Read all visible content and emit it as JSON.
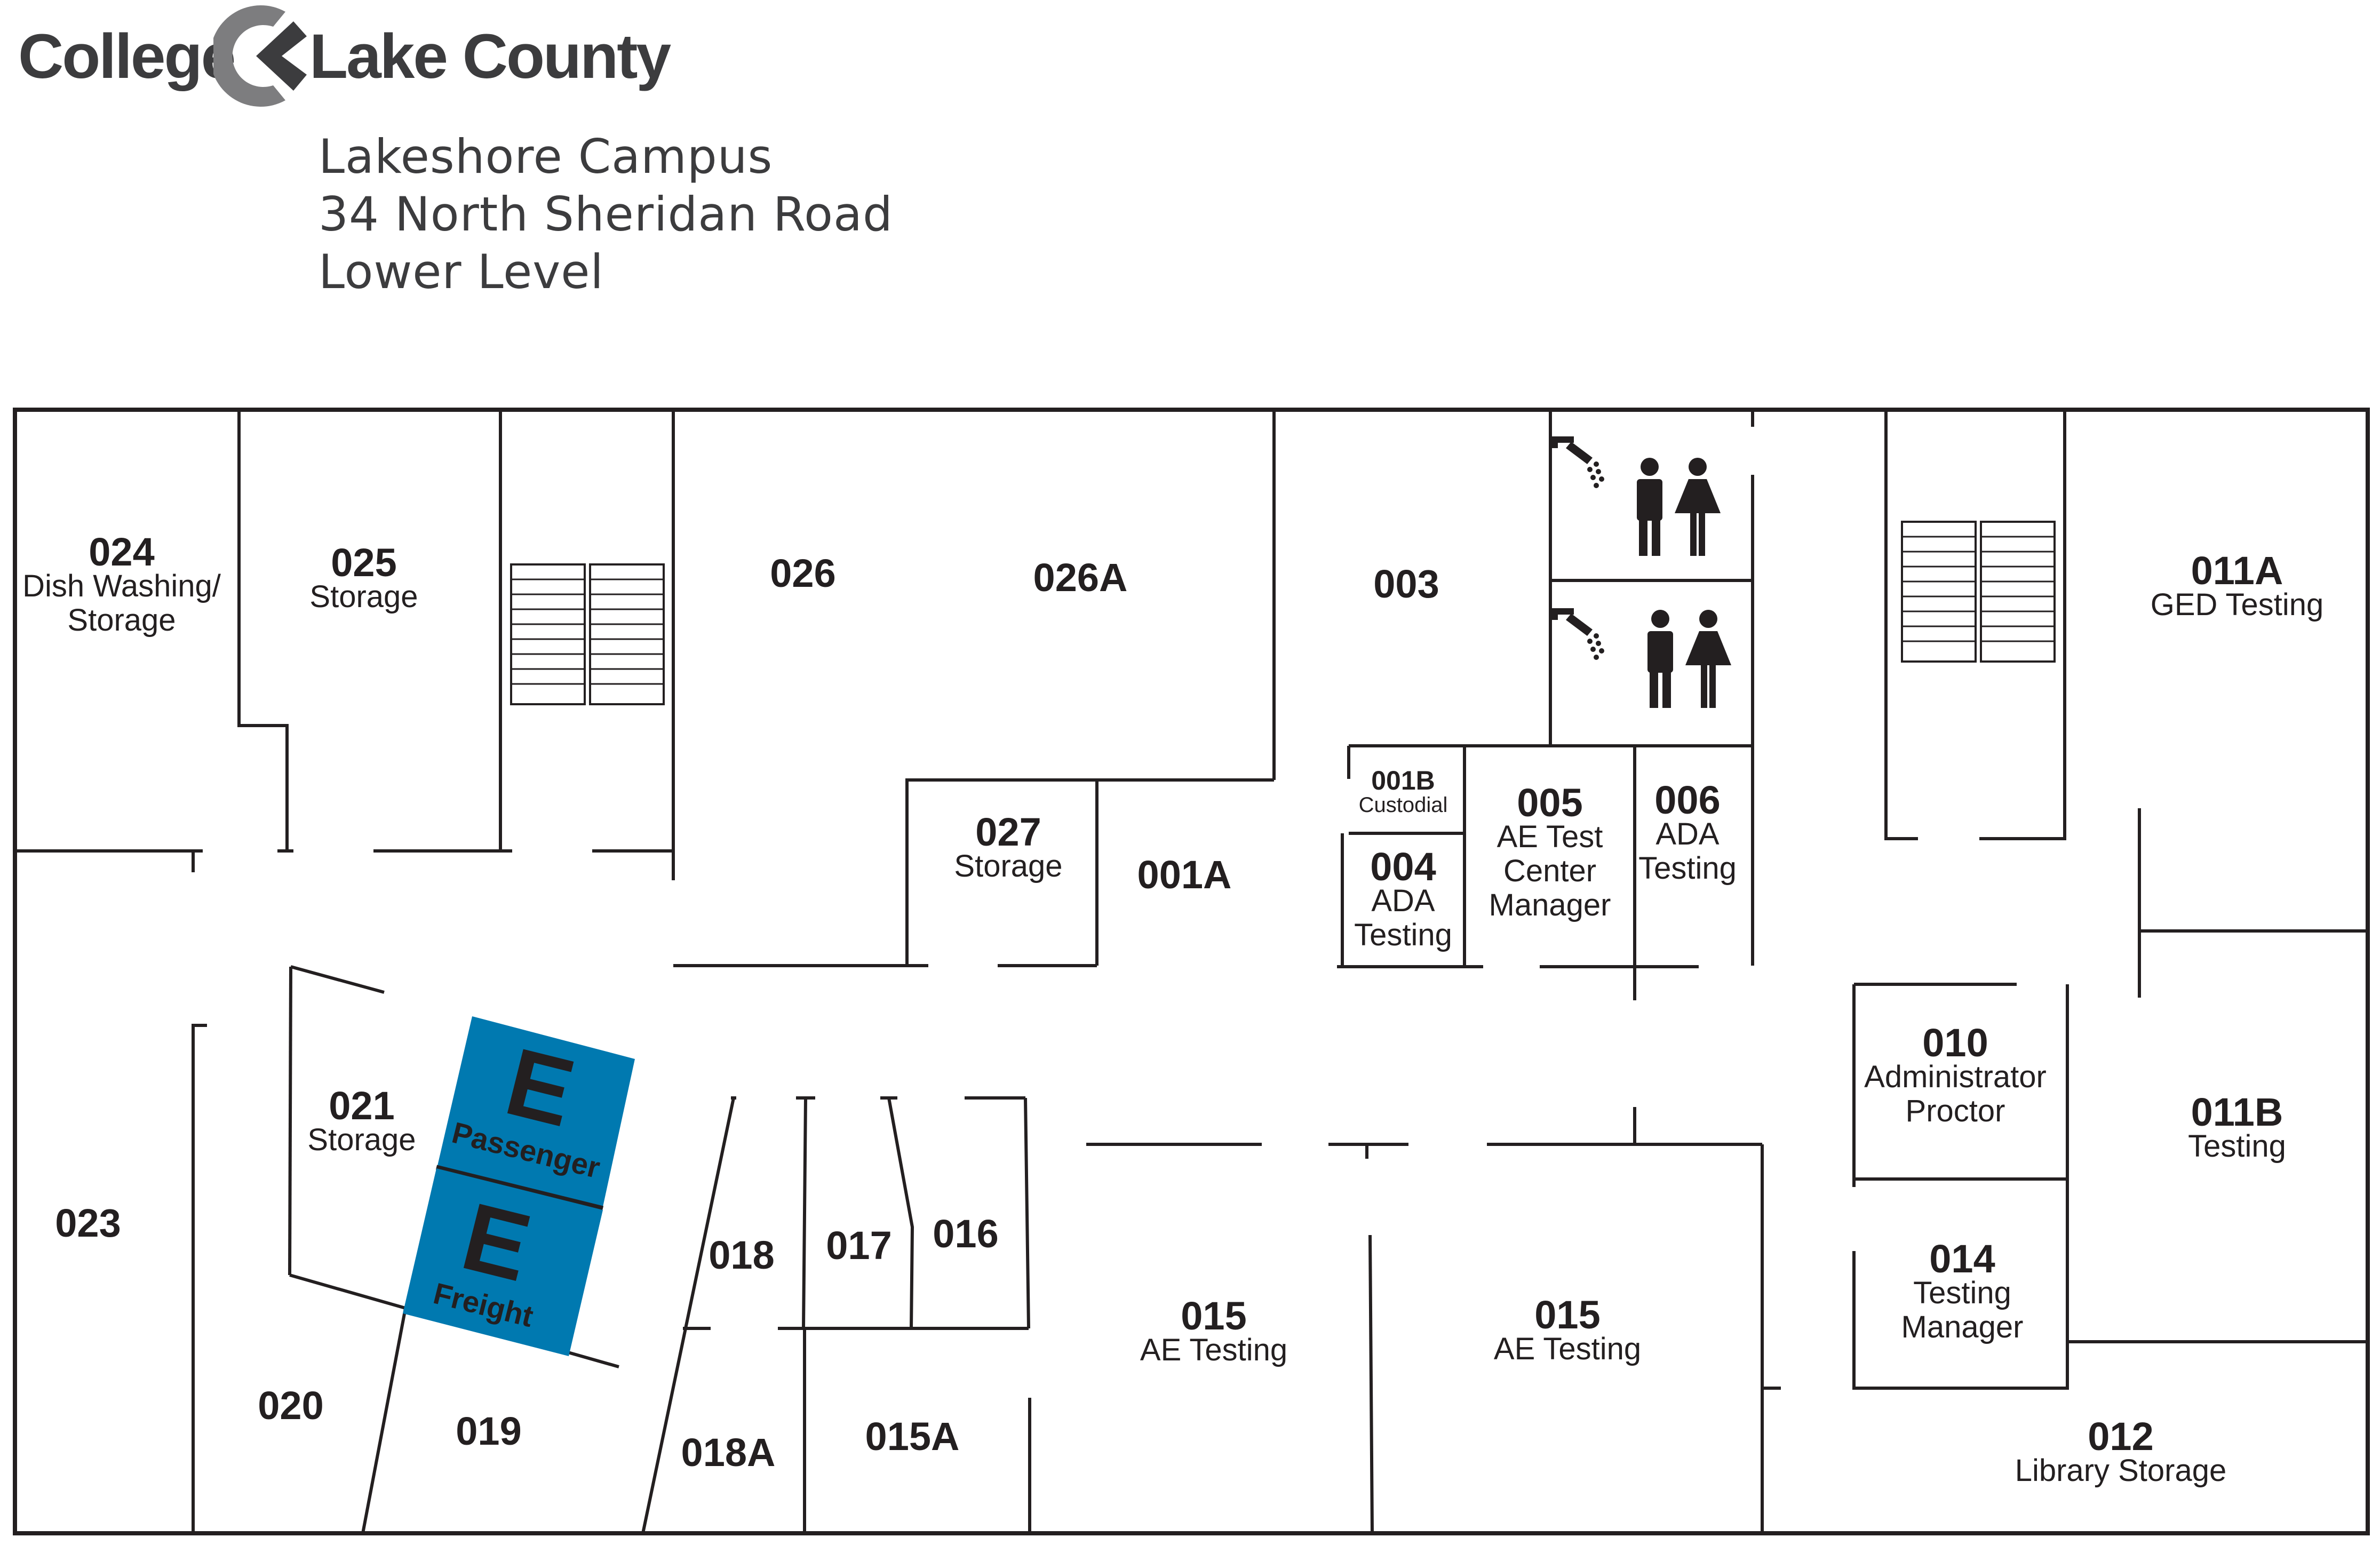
{
  "logo": {
    "left_word": "College",
    "right_word": "Lake County"
  },
  "address": {
    "campus": "Lakeshore Campus",
    "street": "34 North Sheridan Road",
    "level": "Lower Level"
  },
  "rooms": [
    {
      "id": "r024",
      "number": "024",
      "label_lines": [
        "Dish Washing/",
        "Storage"
      ]
    },
    {
      "id": "r025",
      "number": "025",
      "label_lines": [
        "Storage"
      ]
    },
    {
      "id": "r026",
      "number": "026",
      "label_lines": []
    },
    {
      "id": "r026a",
      "number": "026A",
      "label_lines": []
    },
    {
      "id": "r003",
      "number": "003",
      "label_lines": []
    },
    {
      "id": "r011a",
      "number": "011A",
      "label_lines": [
        "GED Testing"
      ]
    },
    {
      "id": "r027",
      "number": "027",
      "label_lines": [
        "Storage"
      ]
    },
    {
      "id": "r001a",
      "number": "001A",
      "label_lines": []
    },
    {
      "id": "r001b",
      "number": "001B",
      "label_lines": [
        "Custodial"
      ]
    },
    {
      "id": "r004",
      "number": "004",
      "label_lines": [
        "ADA",
        "Testing"
      ]
    },
    {
      "id": "r005",
      "number": "005",
      "label_lines": [
        "AE Test",
        "Center",
        "Manager"
      ]
    },
    {
      "id": "r006",
      "number": "006",
      "label_lines": [
        "ADA",
        "Testing"
      ]
    },
    {
      "id": "r021",
      "number": "021",
      "label_lines": [
        "Storage"
      ]
    },
    {
      "id": "r023",
      "number": "023",
      "label_lines": []
    },
    {
      "id": "r010",
      "number": "010",
      "label_lines": [
        "Administrator",
        "Proctor"
      ]
    },
    {
      "id": "r011b",
      "number": "011B",
      "label_lines": [
        "Testing"
      ]
    },
    {
      "id": "r018",
      "number": "018",
      "label_lines": []
    },
    {
      "id": "r017",
      "number": "017",
      "label_lines": []
    },
    {
      "id": "r016",
      "number": "016",
      "label_lines": []
    },
    {
      "id": "r015w",
      "number": "015",
      "label_lines": [
        "AE Testing"
      ]
    },
    {
      "id": "r015e",
      "number": "015",
      "label_lines": [
        "AE Testing"
      ]
    },
    {
      "id": "r014",
      "number": "014",
      "label_lines": [
        "Testing",
        "Manager"
      ]
    },
    {
      "id": "r020",
      "number": "020",
      "label_lines": []
    },
    {
      "id": "r019",
      "number": "019",
      "label_lines": []
    },
    {
      "id": "r018a",
      "number": "018A",
      "label_lines": []
    },
    {
      "id": "r015a",
      "number": "015A",
      "label_lines": []
    },
    {
      "id": "r012",
      "number": "012",
      "label_lines": [
        "Library Storage"
      ]
    }
  ],
  "elevators": [
    {
      "id": "passenger",
      "letter": "E",
      "label": "Passenger"
    },
    {
      "id": "freight",
      "letter": "E",
      "label": "Freight"
    }
  ],
  "colors": {
    "elevator": "#0079b0",
    "walls": "#231f20",
    "logo": "#3c3c3e"
  },
  "icons": [
    "stairs-icon",
    "shower-icon",
    "restroom-icon"
  ]
}
